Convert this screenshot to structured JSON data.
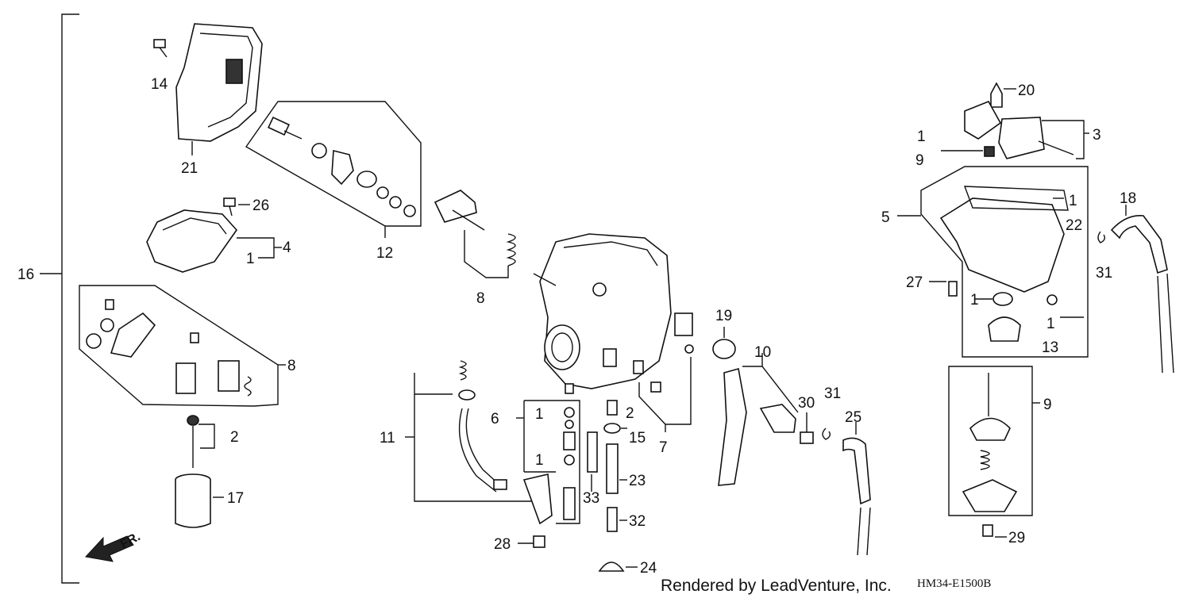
{
  "callouts": {
    "c16": "16",
    "c14": "14",
    "c21": "21",
    "c26": "26",
    "c4": "4",
    "c1a": "1",
    "c12": "12",
    "c8a": "8",
    "c8b": "8",
    "c2a": "2",
    "c17": "17",
    "c11": "11",
    "c6": "6",
    "c1b": "1",
    "c1c": "1",
    "c2b": "2",
    "c15": "15",
    "c7": "7",
    "c23": "23",
    "c33": "33",
    "c32": "32",
    "c28": "28",
    "c24": "24",
    "c19": "19",
    "c10": "10",
    "c30": "30",
    "c31a": "31",
    "c25": "25",
    "c20": "20",
    "c1d": "1",
    "c3": "3",
    "c9a": "9",
    "c5": "5",
    "c1e": "1",
    "c22": "22",
    "c18": "18",
    "c31b": "31",
    "c27": "27",
    "c1f": "1",
    "c1g": "1",
    "c13": "13",
    "c9b": "9",
    "c29": "29"
  },
  "direction_label": "FR.",
  "credit": "Rendered by LeadVenture, Inc.",
  "drawing_code": "HM34-E1500B"
}
